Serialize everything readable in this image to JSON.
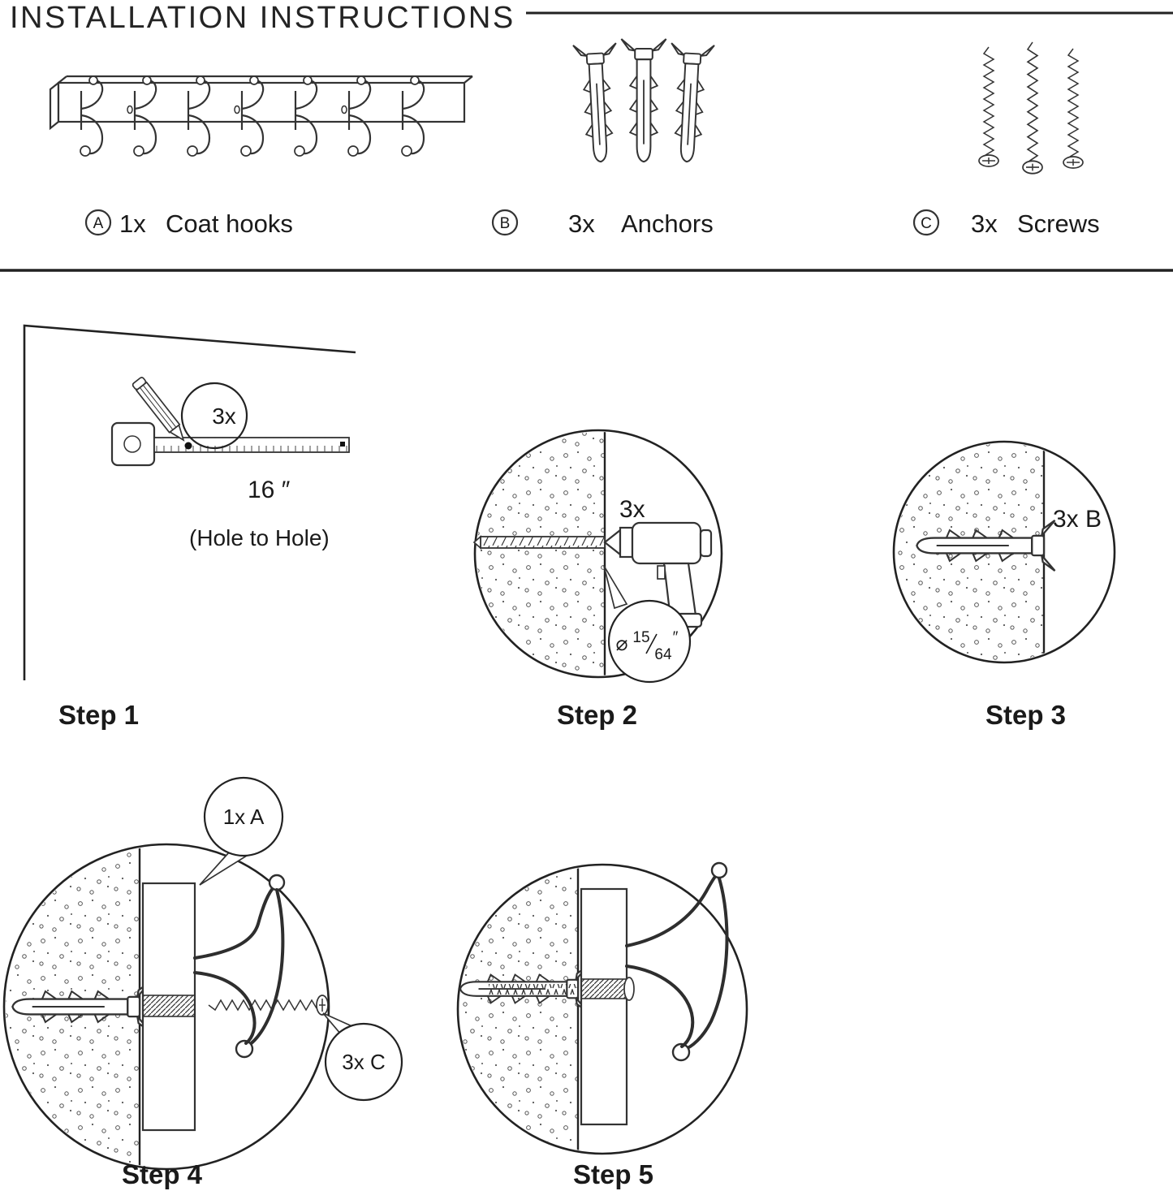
{
  "title": "INSTALLATION INSTRUCTIONS",
  "parts": {
    "a": {
      "badge": "A",
      "qty": "1x",
      "label": "Coat hooks"
    },
    "b": {
      "badge": "B",
      "qty": "3x",
      "label": "Anchors"
    },
    "c": {
      "badge": "C",
      "qty": "3x",
      "label": "Screws"
    }
  },
  "steps": {
    "s1": {
      "callout": "3x",
      "measurement": "16 ″",
      "note": "(Hole to Hole)",
      "label": "Step 1"
    },
    "s2": {
      "callout": "3x",
      "dia": "⌀",
      "num": "15",
      "den": "64",
      "unit": "″",
      "label": "Step 2"
    },
    "s3": {
      "callout": "3x B",
      "label": "Step 3"
    },
    "s4": {
      "balloon_a": "1x A",
      "balloon_c": "3x C",
      "label": "Step 4"
    },
    "s5": {
      "label": "Step 5"
    }
  }
}
